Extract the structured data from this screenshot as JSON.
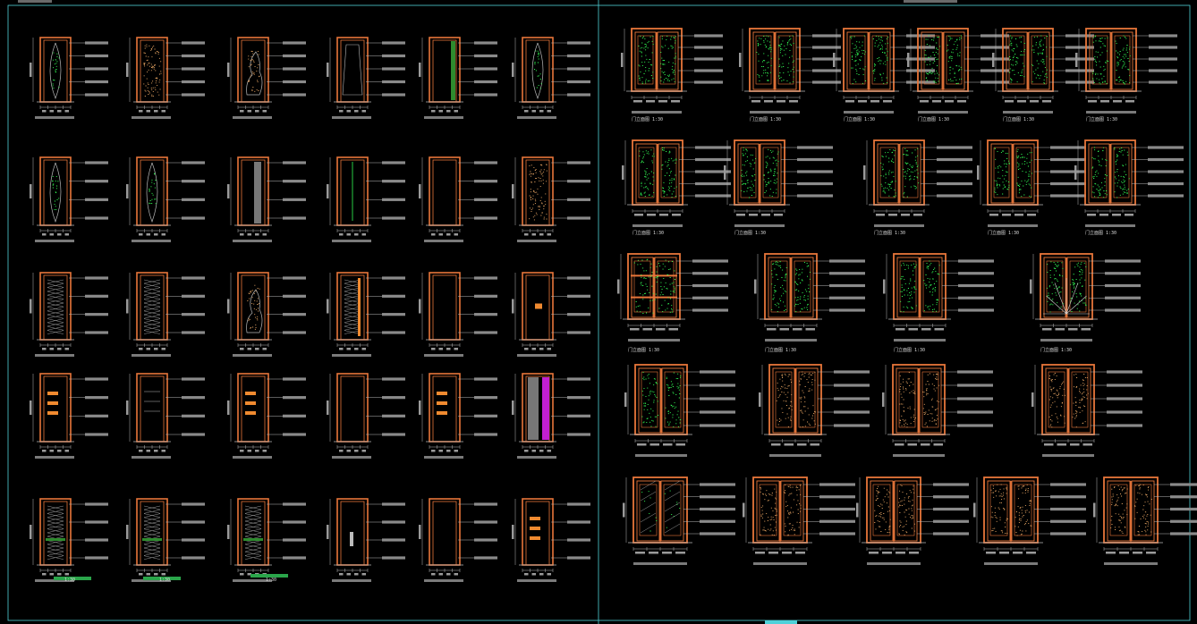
{
  "colors": {
    "background": "#000000",
    "frame": "#4fd1d9",
    "door": "#e8763a",
    "dim": "#b8b8b8",
    "glass_dots": "#33ff55",
    "stone_dots": "#e0a060",
    "accent_green": "#2e8b2e",
    "accent_magenta": "#c21fd1",
    "accent_orange": "#f08a30"
  },
  "panels": {
    "left": {
      "columns": 6,
      "rows": 5
    },
    "right": {
      "columns": 6,
      "rows": 5
    }
  },
  "left_captions": {
    "r5_c1": "1:30",
    "r5_c2": "1:30",
    "r5_c3": "1:30"
  },
  "right_captions": {
    "row1": [
      "门立面图 1:30",
      "门立面图 1:30",
      "门立面图 1:30",
      "门立面图 1:30",
      "门立面图 1:30",
      "门立面图 1:30"
    ],
    "row2": [
      "门立面图 1:30",
      "门立面图 1:30",
      "门立面图 1:30",
      "门立面图 1:30",
      "门立面图 1:30"
    ],
    "row3": [
      "门立面图 1:30",
      "门立面图 1:30",
      "门立面图 1:30",
      "门立面图 1:30"
    ]
  }
}
